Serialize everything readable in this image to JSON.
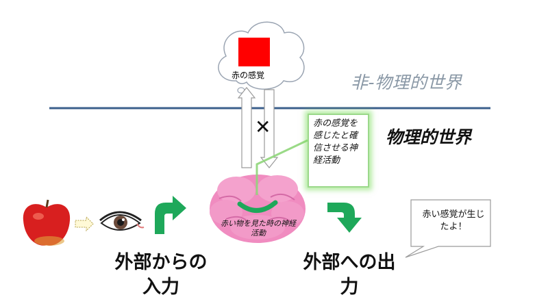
{
  "labels": {
    "non_physical_world": "非-物理的世界",
    "physical_world": "物理的世界",
    "sensation_red": "赤の感覚",
    "callout_text": "赤の感覚を感じたと確信させる神経活動",
    "brain_caption": "赤い物を見た時の神経活動",
    "input_label": "外部からの入力",
    "output_label": "外部への出力",
    "speech_text": "赤い感覚が生じたよ！",
    "cross_mark": "✕"
  },
  "icons": [
    "apple-icon",
    "eye-icon",
    "brain-icon",
    "thought-cloud-icon",
    "red-square-icon"
  ],
  "colors": {
    "red_square": "#ff0000",
    "boundary_line": "#3b5f8c",
    "green_arrow": "#1ea85a",
    "brain_pink": "#f08cc0",
    "callout_glow": "#9bd88a",
    "upper_label": "#8a98a6"
  }
}
